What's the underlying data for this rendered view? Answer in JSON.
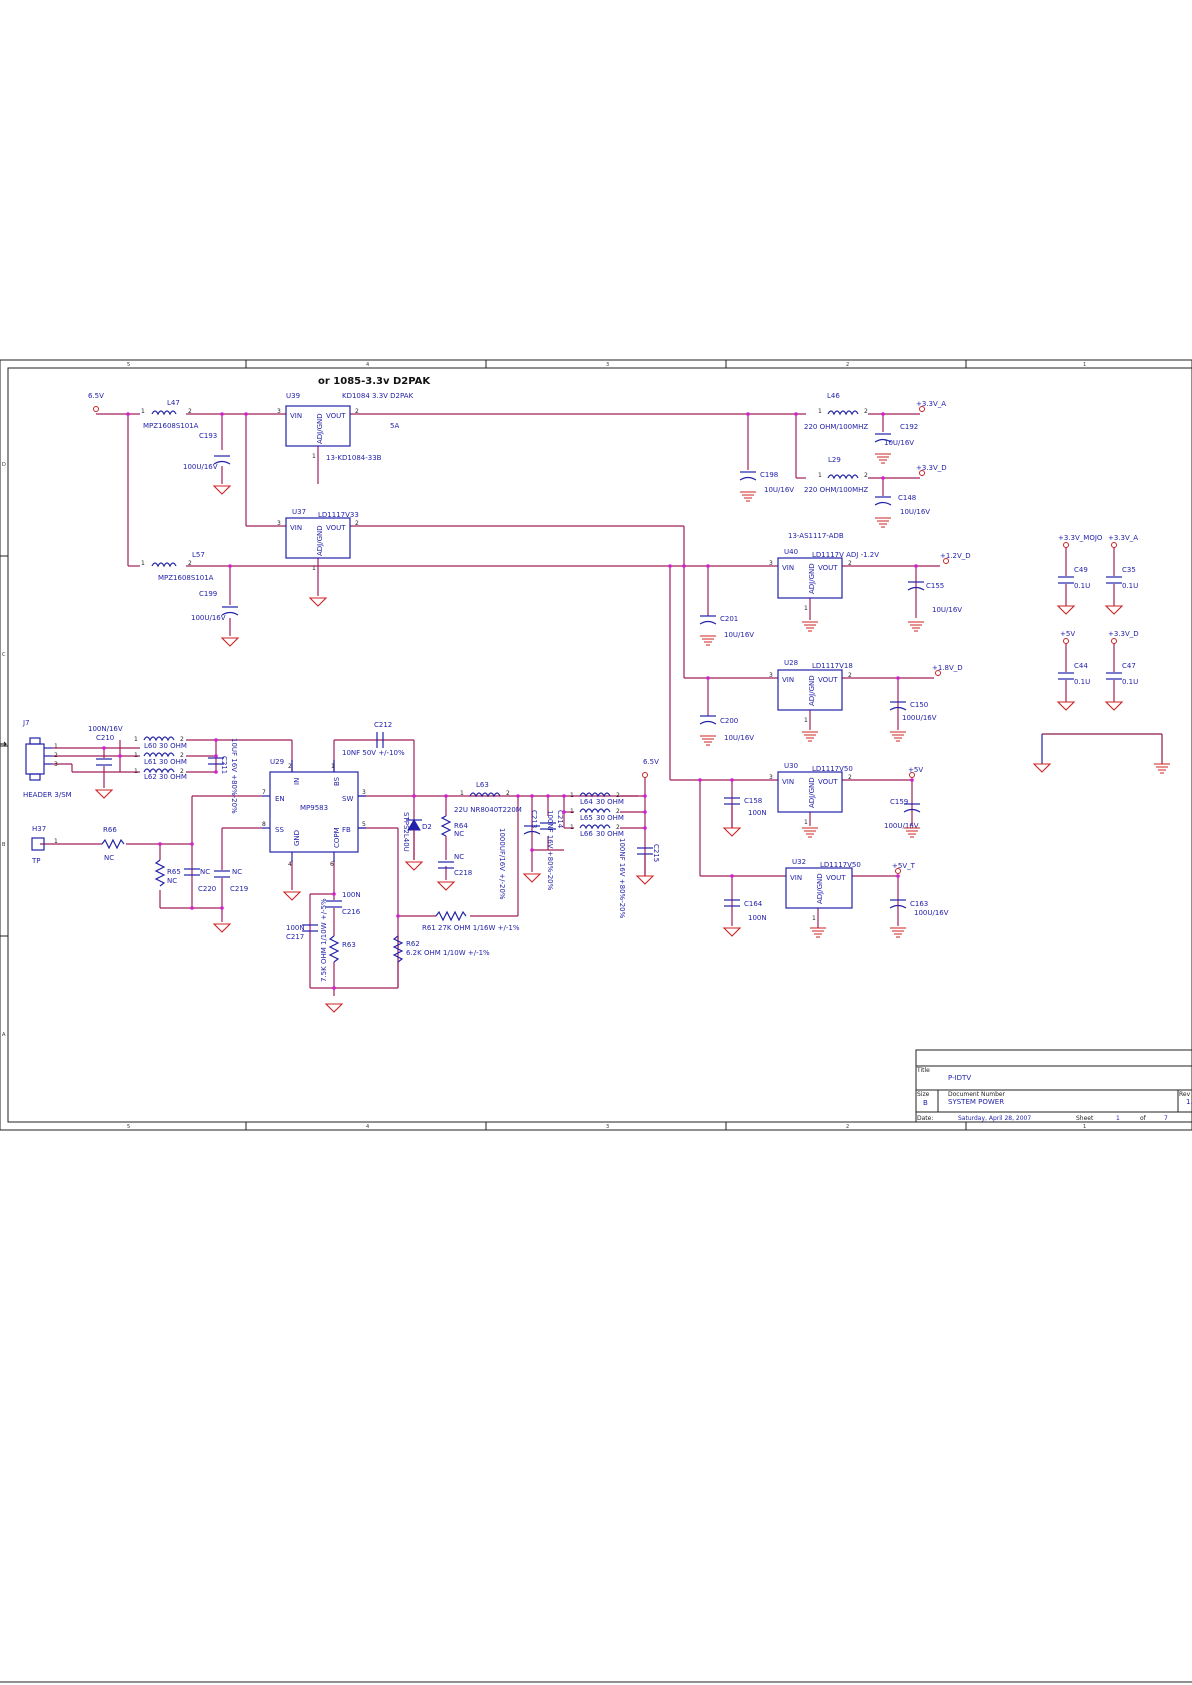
{
  "title_note": "or 1085-3.3v D2PAK",
  "zones": {
    "cols": [
      "5",
      "4",
      "3",
      "2",
      "1"
    ],
    "rows": [
      "D",
      "C",
      "B",
      "A"
    ]
  },
  "nets": {
    "in_6v5": "6.5V",
    "v33a": "+3.3V_A",
    "v33d": "+3.3V_D",
    "v12d": "+1.2V_D",
    "v18d": "+1.8V_D",
    "v5": "+5V",
    "v5t": "+5V_T",
    "v33mojo": "+3.3V_MOJO",
    "v33a_2": "+3.3V_A",
    "v5_2": "+5V",
    "v33d_2": "+3.3V_D",
    "sw_6v5": "6.5V"
  },
  "components": {
    "L47": {
      "ref": "L47",
      "val": "MPZ1608S101A",
      "p1": "1",
      "p2": "2"
    },
    "L57": {
      "ref": "L57",
      "val": "MPZ1608S101A",
      "p1": "1",
      "p2": "2"
    },
    "C193": {
      "ref": "C193",
      "val": "100U/16V"
    },
    "C199": {
      "ref": "C199",
      "val": "100U/16V"
    },
    "U39": {
      "ref": "U39",
      "part": "KD1084 3.3V  D2PAK",
      "vin": "VIN",
      "vout": "VOUT",
      "adj": "ADJ/GND",
      "p3": "3",
      "p2": "2",
      "p1": "1",
      "note": "13-KD1084-33B",
      "current": "5A"
    },
    "U37": {
      "ref": "U37",
      "part": "LD1117V33",
      "vin": "VIN",
      "vout": "VOUT",
      "adj": "ADJ/GND",
      "p3": "3",
      "p2": "2",
      "p1": "1"
    },
    "L46": {
      "ref": "L46",
      "val": "220 OHM/100MHZ",
      "p1": "1",
      "p2": "2"
    },
    "L29": {
      "ref": "L29",
      "val": "220 OHM/100MHZ",
      "p1": "1",
      "p2": "2"
    },
    "C192": {
      "ref": "C192",
      "val": "10U/16V"
    },
    "C148": {
      "ref": "C148",
      "val": "10U/16V"
    },
    "C198": {
      "ref": "C198",
      "val": "10U/16V"
    },
    "U40": {
      "ref": "U40",
      "part": "LD1117V ADJ -1.2V",
      "vin": "VIN",
      "vout": "VOUT",
      "adj": "ADJ/GND",
      "p3": "3",
      "p2": "2",
      "p1": "1",
      "note": "13-AS1117-ADB"
    },
    "C155": {
      "ref": "C155",
      "val": "10U/16V"
    },
    "C201": {
      "ref": "C201",
      "val": "10U/16V"
    },
    "U28": {
      "ref": "U28",
      "part": "LD1117V18",
      "vin": "VIN",
      "vout": "VOUT",
      "adj": "ADJ/GND",
      "p3": "3",
      "p2": "2",
      "p1": "1"
    },
    "C150": {
      "ref": "C150",
      "val": "100U/16V"
    },
    "C200": {
      "ref": "C200",
      "val": "10U/16V"
    },
    "U30": {
      "ref": "U30",
      "part": "LD1117V50",
      "vin": "VIN",
      "vout": "VOUT",
      "adj": "ADJ/GND",
      "p3": "3",
      "p2": "2",
      "p1": "1"
    },
    "C158": {
      "ref": "C158",
      "val": "100N"
    },
    "C159": {
      "ref": "C159",
      "val": "100U/16V"
    },
    "U32": {
      "ref": "U32",
      "part": "LD1117V50",
      "vin": "VIN",
      "vout": "VOUT",
      "adj": "ADJ/GND",
      "p1": "1"
    },
    "C164": {
      "ref": "C164",
      "val": "100N"
    },
    "C163": {
      "ref": "C163",
      "val": "100U/16V"
    },
    "C49": {
      "ref": "C49",
      "val": "0.1U"
    },
    "C35": {
      "ref": "C35",
      "val": "0.1U"
    },
    "C44": {
      "ref": "C44",
      "val": "0.1U"
    },
    "C47": {
      "ref": "C47",
      "val": "0.1U"
    },
    "J7": {
      "ref": "J7",
      "name": "HEADER 3/SM",
      "p1": "1",
      "p2": "2",
      "p3": "3"
    },
    "C210": {
      "ref": "C210",
      "val": "100N/16V"
    },
    "L60": {
      "ref": "L60",
      "val": "30 OHM"
    },
    "L61": {
      "ref": "L61",
      "val": "30 OHM"
    },
    "L62": {
      "ref": "L62",
      "val": "30 OHM"
    },
    "lp1": "1",
    "lp2": "2",
    "C211": {
      "ref": "C211",
      "val": "10UF 16V +80%-20%"
    },
    "H37": {
      "ref": "H37",
      "name": "TP",
      "p1": "1"
    },
    "R66": {
      "ref": "R66",
      "val": "NC"
    },
    "R65": {
      "ref": "R65",
      "val": "NC"
    },
    "C220": {
      "ref": "C220",
      "val": "NC"
    },
    "C219": {
      "ref": "C219",
      "val": "NC"
    },
    "U29": {
      "ref": "U29",
      "part": "MP9583",
      "in": "IN",
      "bs": "BS",
      "en": "EN",
      "sw": "SW",
      "ss": "SS",
      "fb": "FB",
      "gnd": "GND",
      "copm": "COPM",
      "p1": "1",
      "p2": "2",
      "p3": "3",
      "p4": "4",
      "p5": "5",
      "p6": "6",
      "p7": "7",
      "p8": "8"
    },
    "C212": {
      "ref": "C212",
      "val": "10NF 50V +/-10%"
    },
    "D2": {
      "ref": "D2",
      "val": "STPS2L40U"
    },
    "R64": {
      "ref": "R64",
      "val": "NC"
    },
    "C218": {
      "ref": "C218",
      "val": "NC"
    },
    "L63": {
      "ref": "L63",
      "val": "22U NR8040T220M",
      "p1": "1",
      "p2": "2"
    },
    "C213": {
      "ref": "C213",
      "val": "1000UF/16V +/-20%"
    },
    "C214": {
      "ref": "C214",
      "val": "100NF 16V +80%-20%"
    },
    "L64": {
      "ref": "L64",
      "val": "30 OHM"
    },
    "L65": {
      "ref": "L65",
      "val": "30 OHM"
    },
    "L66": {
      "ref": "L66",
      "val": "30 OHM"
    },
    "C215": {
      "ref": "C215",
      "val": "100NF 16V +80%-20%"
    },
    "C216": {
      "ref": "C216",
      "val": "100N"
    },
    "C217": {
      "ref": "C217",
      "val": "100N"
    },
    "R63": {
      "ref": "R63",
      "val": "7.5K OHM 1/10W +/-5%"
    },
    "R61": {
      "ref": "R61",
      "val": "27K OHM 1/16W +/-1%"
    },
    "R62": {
      "ref": "R62",
      "val": "6.2K OHM 1/10W +/-1%"
    }
  },
  "title_block": {
    "title_label": "Title",
    "title": "P-IDTV",
    "size_label": "Size",
    "size": "B",
    "docnum_label": "Document Number",
    "docnum": "SYSTEM POWER",
    "rev_label": "Rev",
    "rev": "1.",
    "date_label": "Date:",
    "date": "Saturday, April 28, 2007",
    "sheet_label": "Sheet",
    "sheet": "1",
    "of_label": "of",
    "of": "7"
  },
  "colors": {
    "wire": "#a0205a",
    "component": "#2222aa",
    "ground": "#cc2222",
    "junction": "#d020d0"
  }
}
